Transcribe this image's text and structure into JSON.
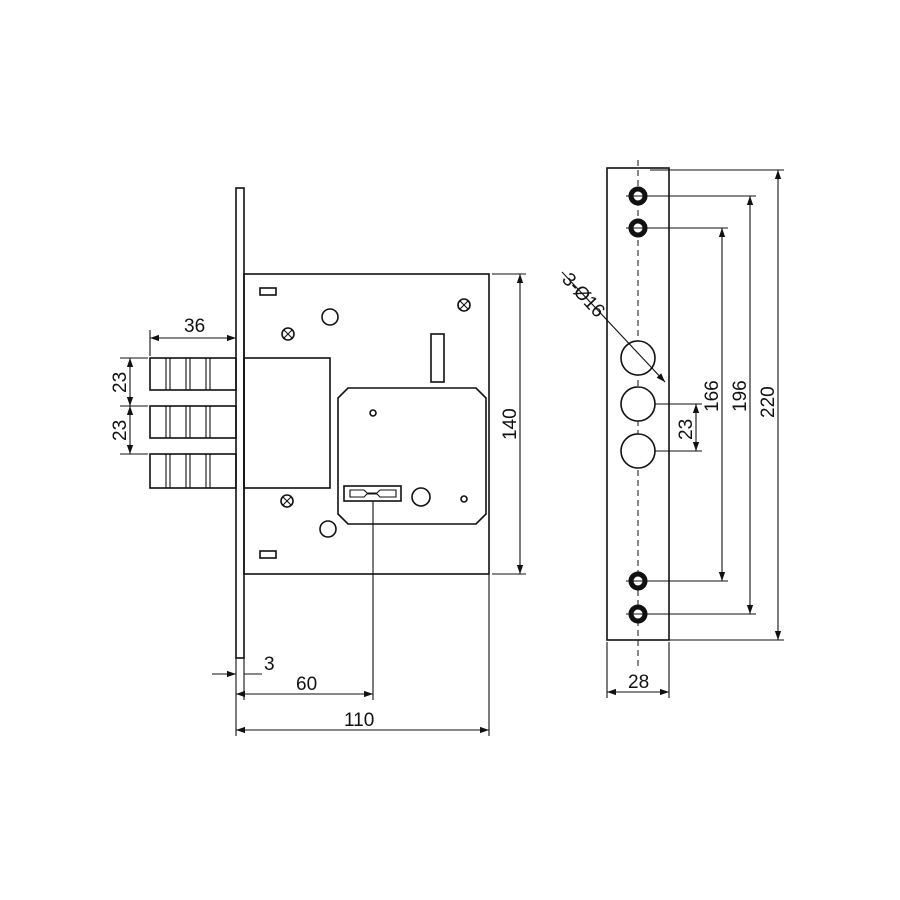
{
  "colors": {
    "line": "#111111",
    "background": "#ffffff"
  },
  "dimensions": {
    "bolt_length": "36",
    "bolt_pitch_upper": "23",
    "bolt_pitch_lower": "23",
    "faceplate_thickness": "3",
    "backset": "60",
    "case_width": "110",
    "case_height": "140",
    "hole_spec": "3-Ø16",
    "hole_pitch": "23",
    "screw_pitch_inner": "166",
    "screw_pitch_middle": "196",
    "faceplate_length": "220",
    "faceplate_width": "28"
  }
}
